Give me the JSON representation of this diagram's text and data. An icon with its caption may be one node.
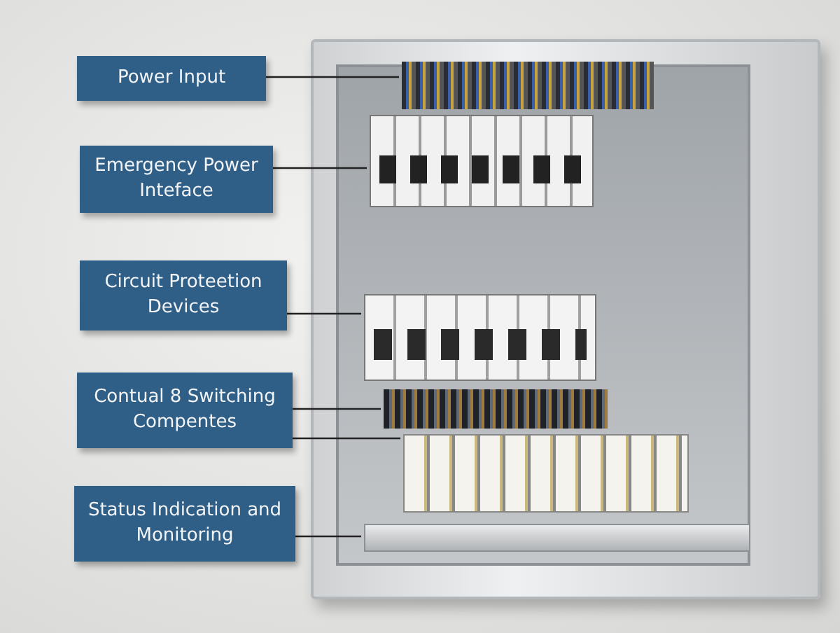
{
  "diagram": {
    "nodes": [
      {
        "text": [],
        "shape": "picture"
      },
      {
        "text": [],
        "shape": "picture",
        "in": 0
      },
      {
        "text": [],
        "shape": "picture",
        "in": 0
      },
      {
        "text": [],
        "shape": "picture",
        "in": 0
      },
      {
        "text": [],
        "shape": "picture",
        "in": 0
      },
      {
        "text": [],
        "shape": "picture",
        "in": 0
      },
      {
        "text": [],
        "shape": "picture",
        "in": 0
      },
      {
        "text": [
          "Power Input"
        ]
      },
      {
        "text": [
          "Emergency Power Inteface"
        ]
      },
      {
        "text": [
          "Circuit Proteetion Devices"
        ]
      },
      {
        "text": [
          "Contual 8 Switching Compentes"
        ]
      },
      {
        "text": [
          "Status Indication and Monitoring"
        ]
      }
    ],
    "edges": [
      {
        "from": 7,
        "to": 1,
        "arrow": "none"
      },
      {
        "from": 8,
        "to": 2,
        "arrow": "none"
      },
      {
        "from": 9,
        "to": 3,
        "arrow": "none"
      },
      {
        "from": 10,
        "to": 4,
        "arrow": "none"
      },
      {
        "from": 10,
        "to": 5,
        "arrow": "none"
      },
      {
        "from": 11,
        "to": 6,
        "arrow": "none"
      }
    ]
  }
}
